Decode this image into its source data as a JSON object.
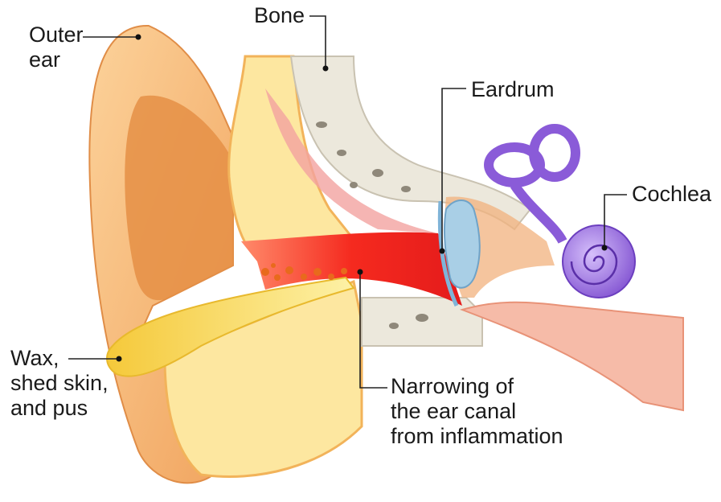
{
  "labels": {
    "outer_ear": [
      "Outer",
      "ear"
    ],
    "bone": "Bone",
    "eardrum": "Eardrum",
    "cochlea": "Cochlea",
    "wax": [
      "Wax,",
      "shed skin,",
      "and pus"
    ],
    "narrowing": [
      "Narrowing of",
      "the ear canal",
      "from inflammation"
    ]
  },
  "colors": {
    "outer_ear": "#f6b36e",
    "outer_ear_inner": "#e58f45",
    "fat_tissue": "#fde7a0",
    "bone": "#ece8dc",
    "canal_inflamed": "#f52a1f",
    "wax": "#f7de4a",
    "ossicles": "#a9cfe6",
    "cochlea": "#9b6ee0",
    "leader_line": "#222222"
  }
}
